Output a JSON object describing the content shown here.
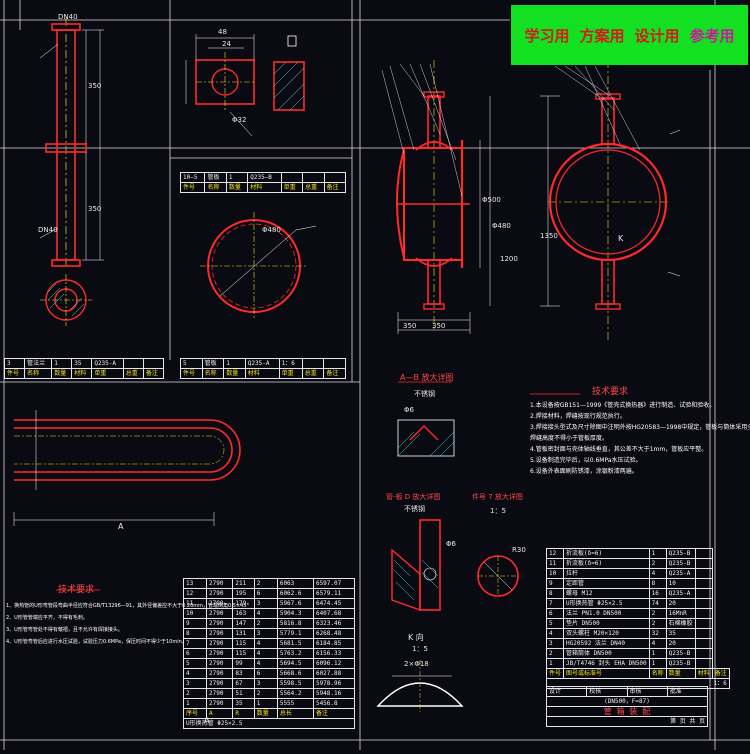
{
  "banner": {
    "items": [
      "学习用",
      "方案用",
      "设计用",
      "参考用"
    ],
    "colors": [
      "#d41a1a",
      "#d41a1a",
      "#d41a1a",
      "#c81a9a"
    ],
    "background": "#13e021"
  },
  "drawing_colors": {
    "background": "#0a0a12",
    "part": "#ff2a2a",
    "centerline": "#f2e21a",
    "dimension": "#ffffff",
    "hatch": "#44e6e6"
  },
  "views": {
    "section_ab": "A—B 放大详图",
    "section_ab_sub": "不锈钢",
    "section_c": "管-板 D 放大详图",
    "section_c_sub": "不锈钢",
    "section_d": "件号 7 放大详图",
    "section_d_scale": "1：5",
    "view_k": "K 向",
    "view_k_scale": "1：5",
    "letter_a": "A",
    "letter_a2": "A",
    "letter_k": "K",
    "dims_tube": [
      "DN40",
      "350",
      "350",
      "DN40"
    ],
    "dims_block": [
      "48",
      "24",
      "Φ32"
    ],
    "dims_circle": "Φ480",
    "dims_vessel": [
      "Φ500",
      "Φ480",
      "1350",
      "350",
      "350",
      "1200"
    ],
    "dims_misc": [
      "Φ6",
      "Φ6",
      "R30",
      "2×Φ18"
    ]
  },
  "tech_right": {
    "title": "技术要求",
    "lines": [
      "1.本设备按GB151—1999《管壳式换热器》进行制造、试验和验收。",
      "2.焊接材料，焊缝按现行规范执行。",
      "3.焊接接头型式及尺寸除图中注明外按HG20583—1998中规定，管板与筒体采用全焊透结构，",
      "  焊缝高度不得小于管板厚度。",
      "4.管板密封面与壳体轴线垂直，其公差不大于1mm，管板应平整。",
      "5.设备制造完毕后，以0.6MPa水压试验。",
      "6.设备外表面刷防锈漆，涂银粉漆两遍。"
    ]
  },
  "tech_left": {
    "title": "技术要求",
    "lines": [
      "1、换热管的U形弯管段弯曲半径应符合GB/T13296—91，其外径偏差应不大于0.20mm，管端倒角0.5×45°",
      "2、U形管管端应平齐，不得有毛刺。",
      "3、U形管弯管处不得有皱褶，且不允许有焊接接头。",
      "4、U形管弯管后应进行水压试验，试验压力0.6MPa，保压时间不得少于10min。"
    ]
  },
  "table_top_left": [
    [
      "3",
      "管法兰",
      "1",
      "35",
      "Q235-A"
    ],
    [
      "件号",
      "名称",
      "数量",
      "材料",
      "单重",
      "总重",
      "备注"
    ]
  ],
  "table_top_mid": [
    [
      "10—5",
      "管板",
      "1",
      "Q235—B"
    ],
    [
      "件号",
      "名称",
      "数量",
      "材料",
      "单重",
      "总重",
      "备注"
    ]
  ],
  "table_bottom_mid_head": [
    [
      "5",
      "管板",
      "1",
      "Q235-A",
      "1：6"
    ],
    [
      "件号",
      "名称",
      "数量",
      "材料",
      "单重",
      "总重",
      "备注"
    ]
  ],
  "tube_table": {
    "headers": [
      "序号",
      "A",
      "R",
      "数量",
      "总长",
      "备注"
    ],
    "rows": [
      [
        "13",
        "2790",
        "211",
        "2",
        "6063",
        "6597.07"
      ],
      [
        "12",
        "2790",
        "195",
        "6",
        "6062.6",
        "6579.11"
      ],
      [
        "11",
        "2790",
        "179",
        "3",
        "5967.6",
        "6474.45"
      ],
      [
        "10",
        "2790",
        "163",
        "4",
        "5904.3",
        "6407.68"
      ],
      [
        "9",
        "2790",
        "147",
        "2",
        "5816.8",
        "6323.46"
      ],
      [
        "8",
        "2790",
        "131",
        "3",
        "5779.1",
        "6268.48"
      ],
      [
        "7",
        "2790",
        "115",
        "4",
        "5681.5",
        "6184.85"
      ],
      [
        "6",
        "2790",
        "115",
        "4",
        "5763.2",
        "6156.33"
      ],
      [
        "5",
        "2790",
        "99",
        "4",
        "5694.5",
        "6096.12"
      ],
      [
        "4",
        "2790",
        "83",
        "6",
        "5668.6",
        "6027.88"
      ],
      [
        "3",
        "2790",
        "67",
        "3",
        "5598.5",
        "5978.96"
      ],
      [
        "2",
        "2790",
        "51",
        "2",
        "5564.2",
        "5948.16"
      ],
      [
        "1",
        "2790",
        "35",
        "1",
        "5555",
        "5456.8"
      ]
    ],
    "footer": "U形换热管 Φ25×2.5"
  },
  "bom_right": {
    "rows": [
      [
        "12",
        "折流板(δ=6)",
        "1",
        "Q235-B",
        ""
      ],
      [
        "11",
        "折流板(δ=6)",
        "2",
        "Q235-B",
        ""
      ],
      [
        "10",
        "拉杆",
        "4",
        "Q235-A",
        ""
      ],
      [
        "9",
        "定距管",
        "8",
        "10",
        ""
      ],
      [
        "8",
        "螺母 M12",
        "16",
        "Q235-A",
        ""
      ],
      [
        "7",
        "U形换热管 Φ25×2.5",
        "74",
        "20",
        ""
      ],
      [
        "6",
        "法兰 PN1.0 DN500",
        "2",
        "16MnR",
        ""
      ],
      [
        "5",
        "垫片 DN500",
        "2",
        "石棉橡胶",
        ""
      ],
      [
        "4",
        "双头螺柱 M20×120",
        "32",
        "35",
        ""
      ],
      [
        "3",
        "HG20592 法兰 DN40",
        "4",
        "20",
        ""
      ],
      [
        "2",
        "管箱筒体 DN500",
        "1",
        "Q235-B",
        ""
      ],
      [
        "1",
        "JB/T4746 封头 EHA DN500",
        "1",
        "Q235-B",
        ""
      ]
    ],
    "header": [
      "件号",
      "图号或标准号",
      "名称",
      "数量",
      "材料",
      "备注"
    ],
    "scale": "1：6"
  },
  "title_block": {
    "equipment": "(DN500，F=87)",
    "name": "管 箱 装 配",
    "stamp": [
      "设计",
      "校核",
      "审核",
      "批准"
    ],
    "sheet": "第 页 共 页"
  }
}
